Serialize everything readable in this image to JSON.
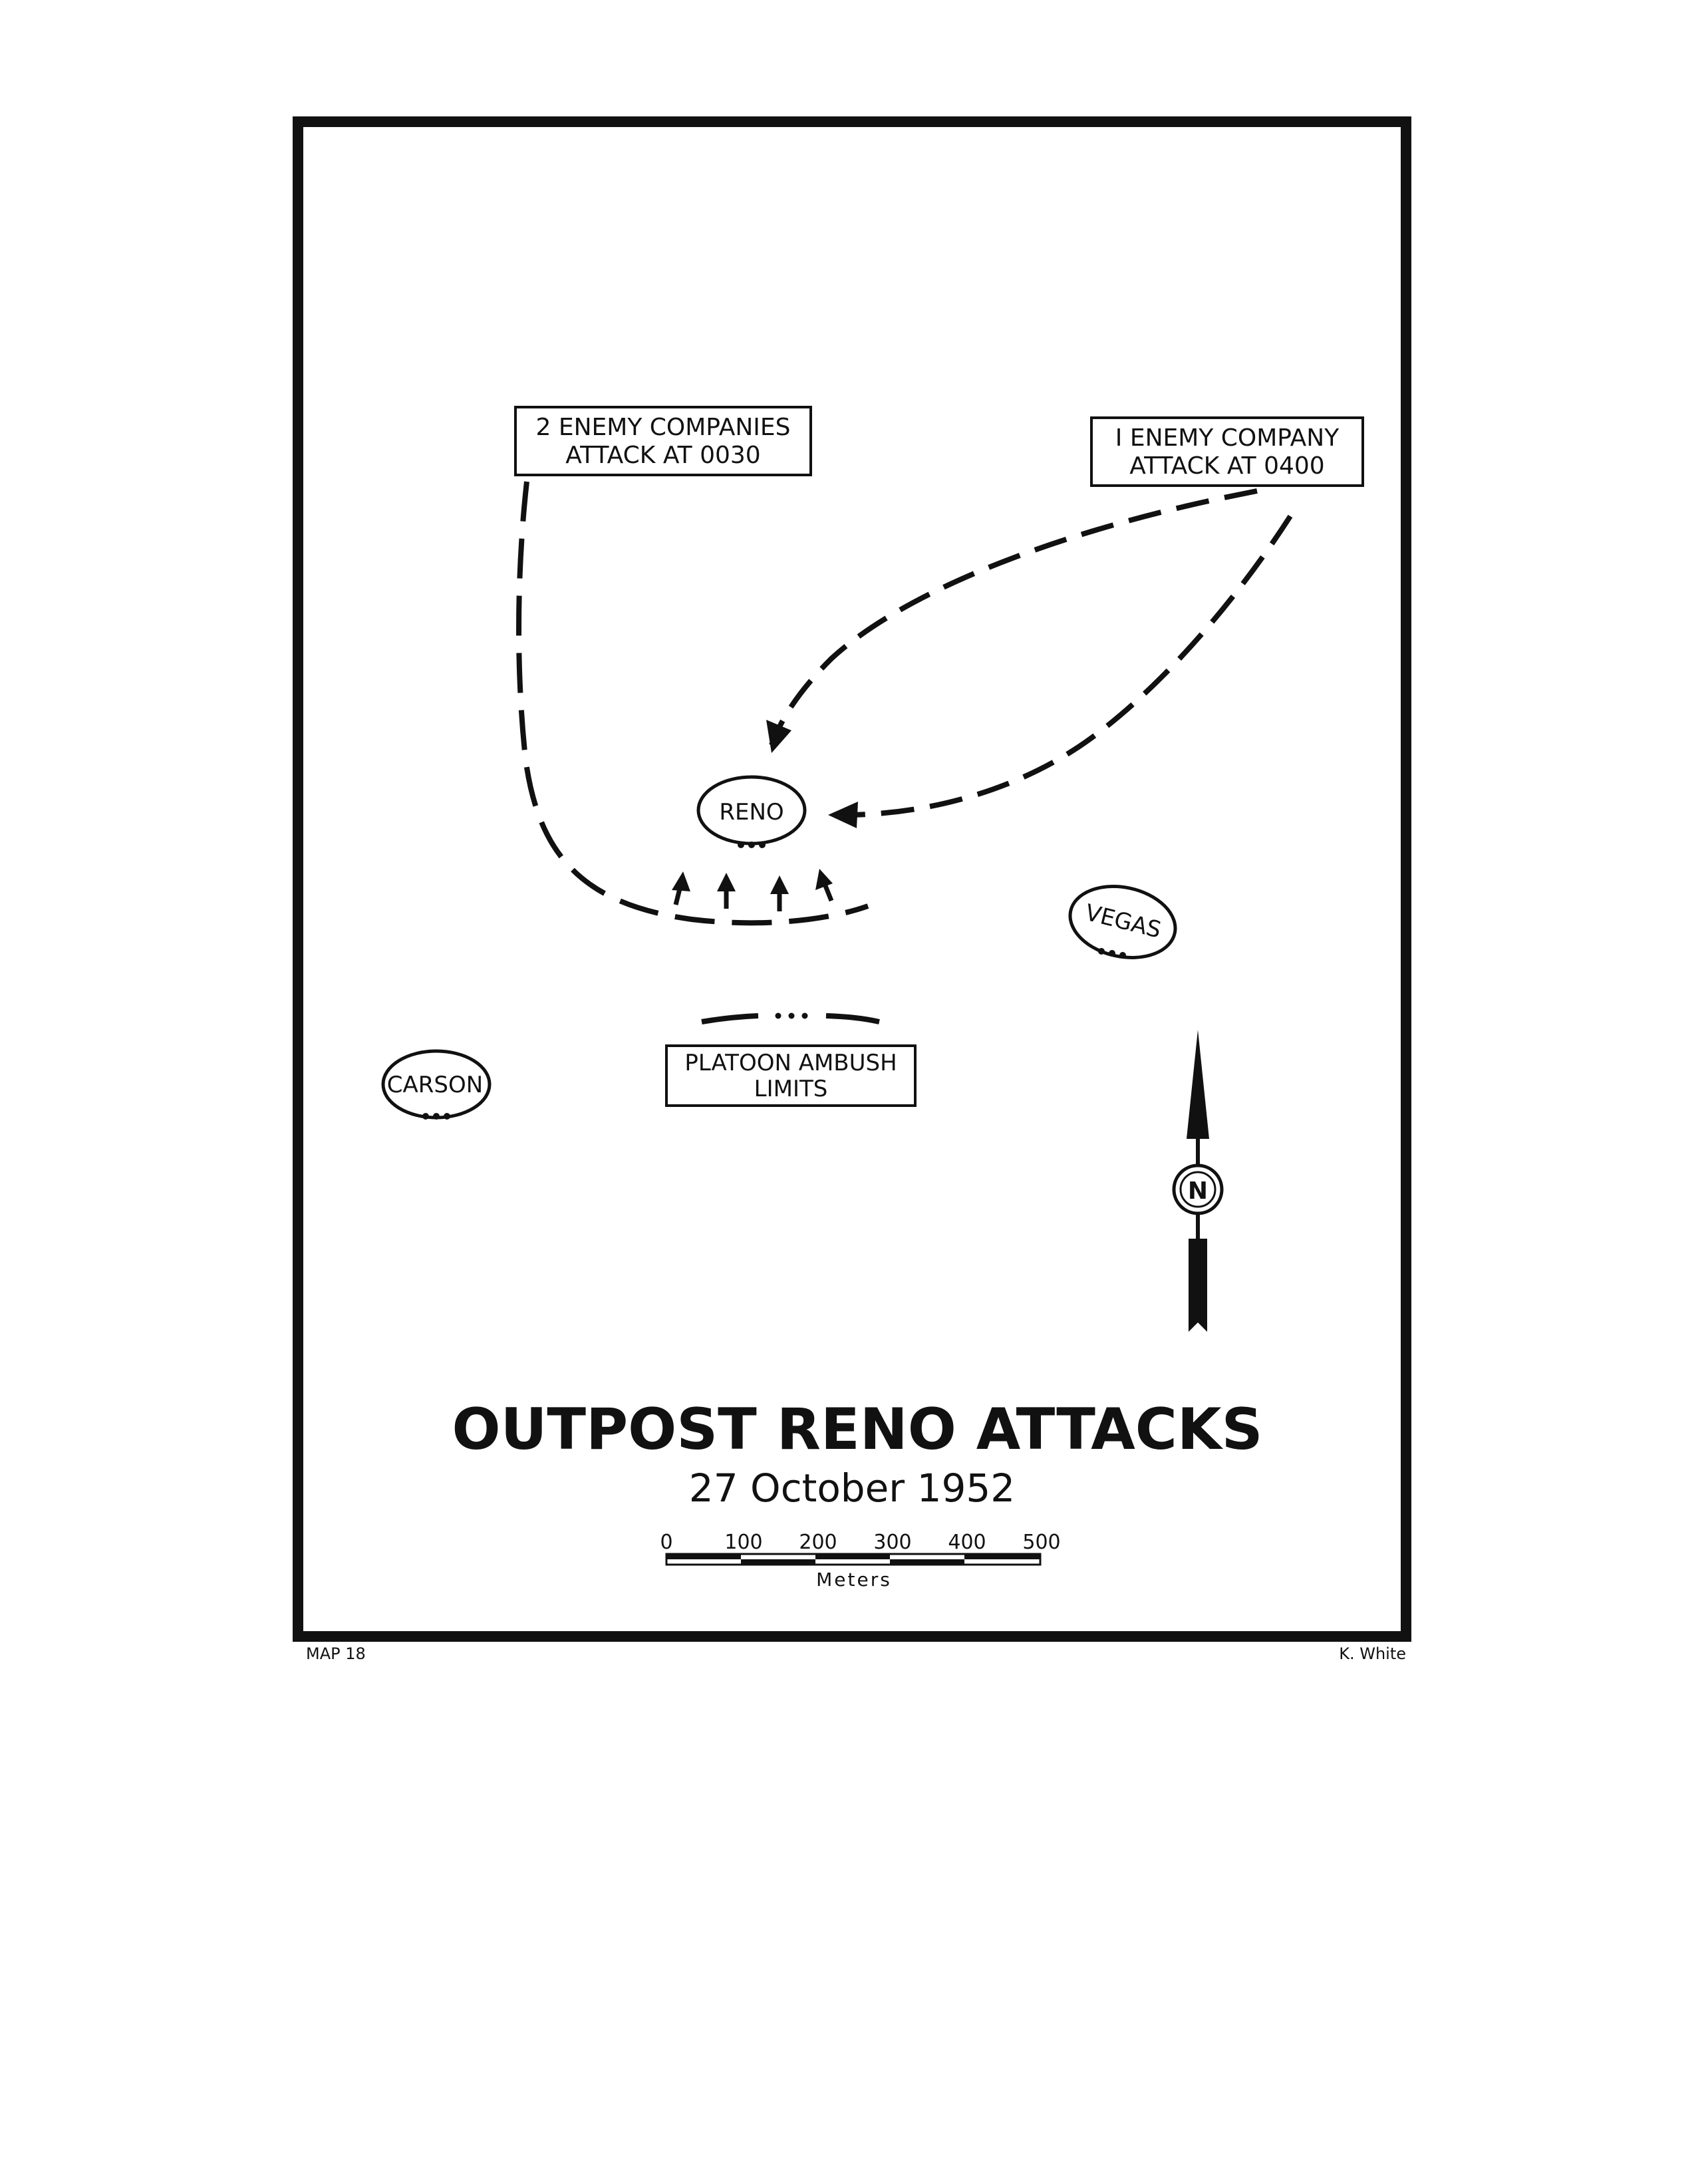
{
  "map": {
    "title": "OUTPOST RENO ATTACKS",
    "subtitle": "27 October 1952",
    "map_number": "MAP 18",
    "credit": "K. White",
    "colors": {
      "ink": "#111111",
      "paper": "#ffffff"
    }
  },
  "labels": {
    "enemy_companies_line1": "2 ENEMY COMPANIES",
    "enemy_companies_line2": "ATTACK AT 0030",
    "enemy_company_line1": "I ENEMY COMPANY",
    "enemy_company_line2": "ATTACK AT 0400",
    "ambush_line1": "PLATOON AMBUSH",
    "ambush_line2": "LIMITS"
  },
  "outposts": {
    "reno": "RENO",
    "vegas": "VEGAS",
    "carson": "CARSON"
  },
  "compass": {
    "letter": "N",
    "icon": "north-arrow-icon"
  },
  "scale_bar": {
    "ticks": [
      "0",
      "100",
      "200",
      "300",
      "400",
      "500"
    ],
    "unit": "Meters"
  }
}
